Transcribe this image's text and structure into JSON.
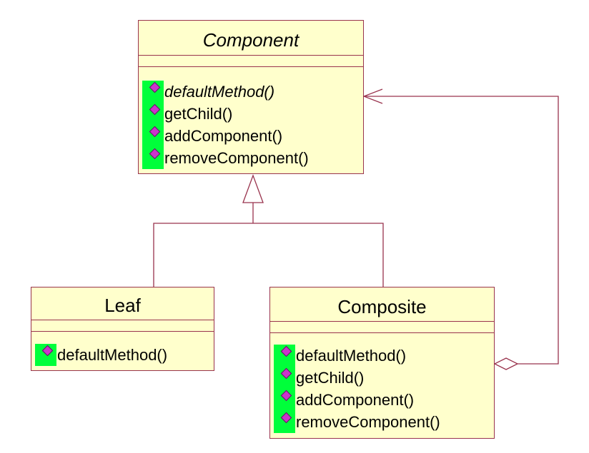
{
  "classes": {
    "component": {
      "name": "Component",
      "operations": [
        "defaultMethod()",
        "getChild()",
        "addComponent()",
        "removeComponent()"
      ]
    },
    "leaf": {
      "name": "Leaf",
      "operations": [
        "defaultMethod()"
      ]
    },
    "composite": {
      "name": "Composite",
      "operations": [
        "defaultMethod()",
        "getChild()",
        "addComponent()",
        "removeComponent()"
      ]
    }
  },
  "colors": {
    "class_fill": "#ffffcc",
    "border_line": "#99334d",
    "operation_icon_bg": "#00ff3a",
    "operation_icon_gem": "#cc33cc"
  },
  "icons": {
    "operation": "public-operation-icon",
    "inheritance": "hollow-triangle-arrow",
    "aggregation": "hollow-diamond",
    "association": "open-arrowhead"
  }
}
